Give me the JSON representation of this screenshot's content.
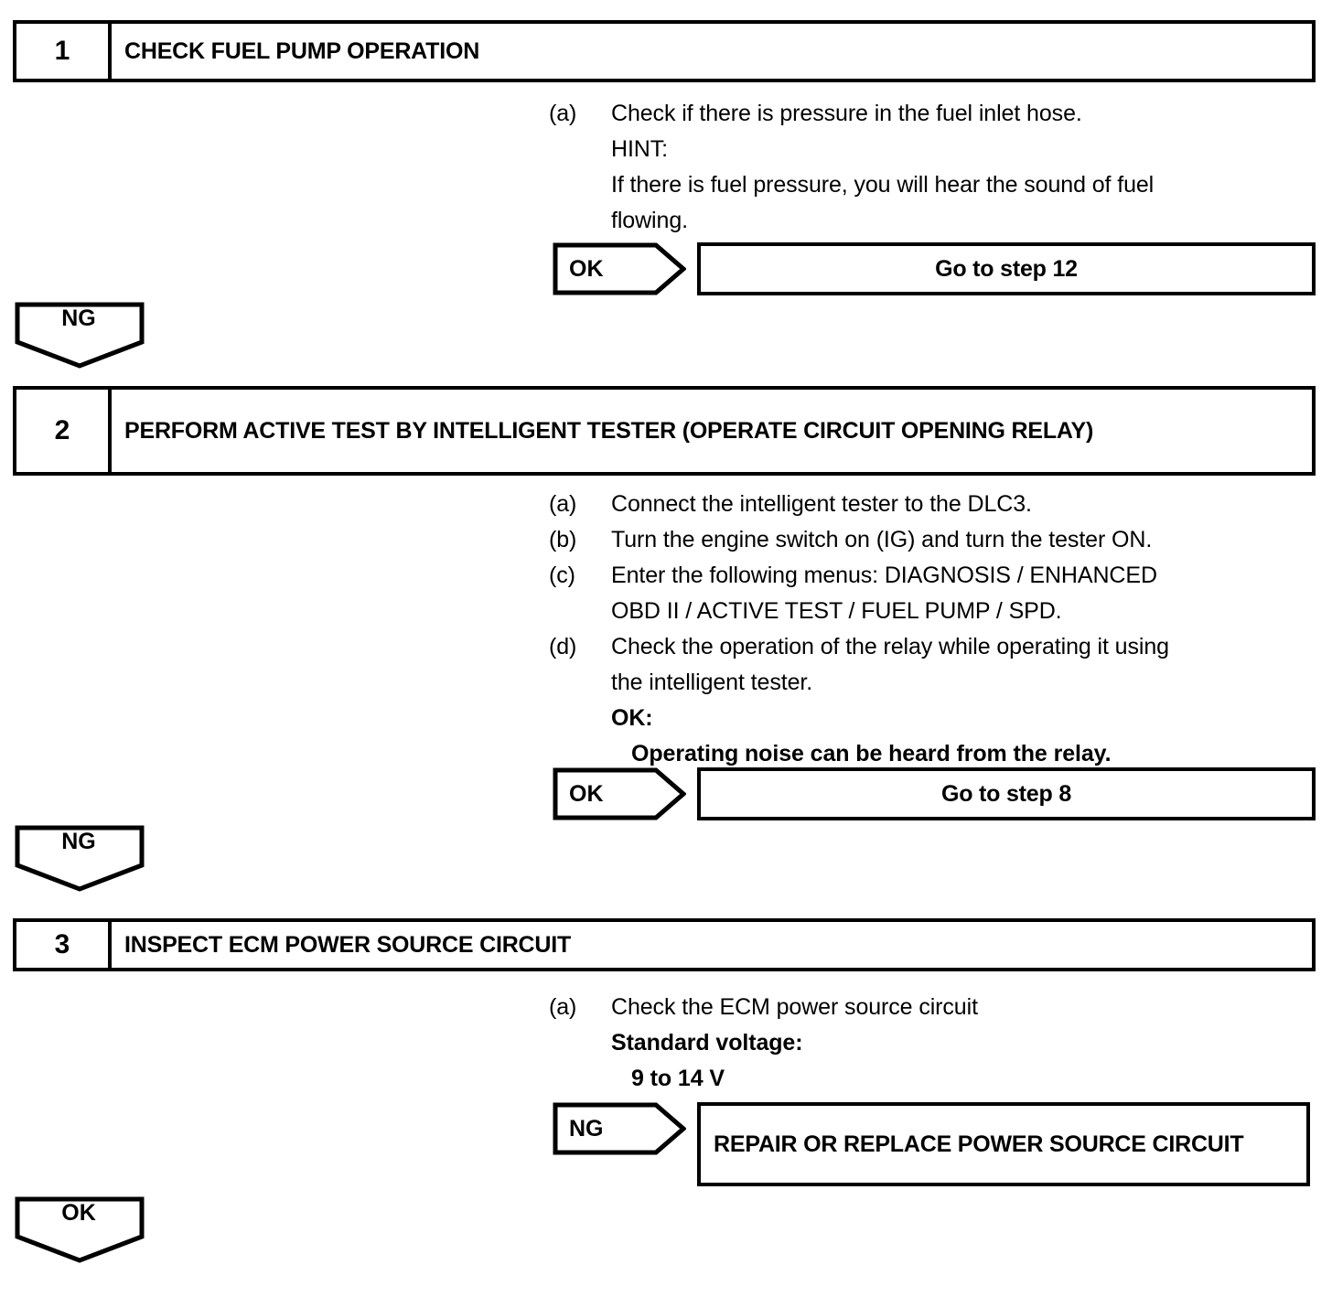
{
  "document": {
    "kind": "diagnostic-troubleshooting-flowchart"
  },
  "steps": [
    {
      "number": "1",
      "title": "CHECK FUEL PUMP OPERATION",
      "instructions": [
        {
          "label": "(a)",
          "lines": [
            {
              "text": "Check if there is pressure in the fuel inlet hose.",
              "style": "normal"
            },
            {
              "text": "HINT:",
              "style": "normal"
            },
            {
              "text": "If there is fuel pressure, you will hear the sound of fuel",
              "style": "normal"
            },
            {
              "text": "flowing.",
              "style": "normal"
            }
          ]
        }
      ],
      "result": {
        "tag": "OK",
        "target": "Go to step 12",
        "align": "center"
      },
      "flow_marker": "NG"
    },
    {
      "number": "2",
      "title": "PERFORM ACTIVE TEST BY INTELLIGENT TESTER (OPERATE CIRCUIT OPENING RELAY)",
      "instructions": [
        {
          "label": "(a)",
          "lines": [
            {
              "text": "Connect the intelligent tester to the DLC3.",
              "style": "normal"
            }
          ]
        },
        {
          "label": "(b)",
          "lines": [
            {
              "text": "Turn the engine switch on (IG) and turn the tester ON.",
              "style": "normal"
            }
          ]
        },
        {
          "label": "(c)",
          "lines": [
            {
              "text": "Enter the following menus: DIAGNOSIS / ENHANCED",
              "style": "normal"
            },
            {
              "text": "OBD II / ACTIVE TEST / FUEL PUMP / SPD.",
              "style": "normal"
            }
          ]
        },
        {
          "label": "(d)",
          "lines": [
            {
              "text": "Check the operation of the relay while operating it using",
              "style": "normal"
            },
            {
              "text": "the intelligent tester.",
              "style": "normal"
            },
            {
              "text": "OK:",
              "style": "bold"
            },
            {
              "text": "Operating noise can be heard from the relay.",
              "style": "indent"
            }
          ]
        }
      ],
      "result": {
        "tag": "OK",
        "target": "Go to step 8",
        "align": "center"
      },
      "flow_marker": "NG"
    },
    {
      "number": "3",
      "title": "INSPECT ECM POWER SOURCE CIRCUIT",
      "instructions": [
        {
          "label": "(a)",
          "lines": [
            {
              "text": "Check the ECM power source circuit",
              "style": "normal"
            },
            {
              "text": "Standard voltage:",
              "style": "bold"
            },
            {
              "text": "9 to 14 V",
              "style": "indent"
            }
          ]
        }
      ],
      "result": {
        "tag": "NG",
        "target": "REPAIR OR REPLACE POWER SOURCE CIRCUIT",
        "align": "left"
      },
      "flow_marker": "OK"
    }
  ],
  "colors": {
    "ink": "#000000",
    "paper": "#ffffff"
  }
}
